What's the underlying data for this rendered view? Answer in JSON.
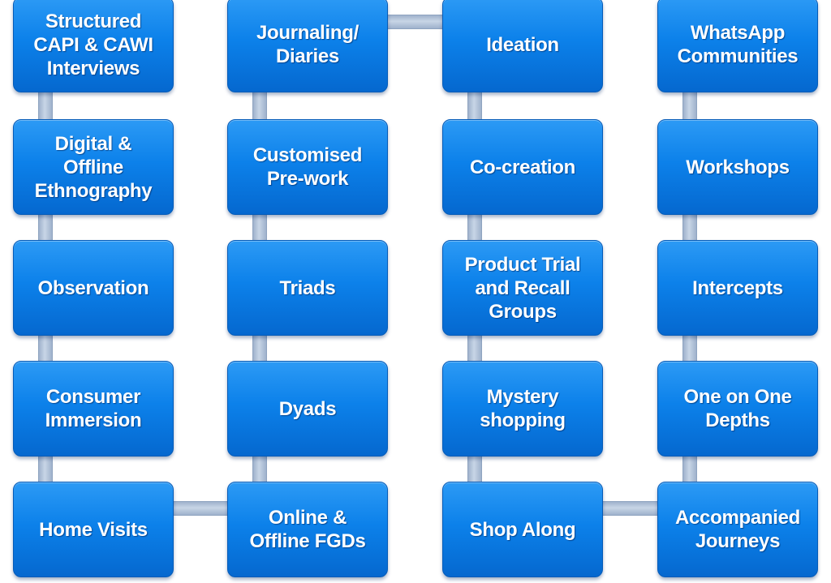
{
  "diagram": {
    "boxes": [
      {
        "label": "Structured\nCAPI & CAWI\nInterviews"
      },
      {
        "label": "Digital &\nOffline\nEthnography"
      },
      {
        "label": "Observation"
      },
      {
        "label": "Consumer\nImmersion"
      },
      {
        "label": "Home Visits"
      },
      {
        "label": "Online &\nOffline FGDs"
      },
      {
        "label": "Dyads"
      },
      {
        "label": "Triads"
      },
      {
        "label": "Customised\nPre-work"
      },
      {
        "label": "Journaling/\nDiaries"
      },
      {
        "label": "Ideation"
      },
      {
        "label": "Co-creation"
      },
      {
        "label": "Product Trial\nand Recall\nGroups"
      },
      {
        "label": "Mystery\nshopping"
      },
      {
        "label": "Shop Along"
      },
      {
        "label": "Accompanied\nJourneys"
      },
      {
        "label": "One on One\nDepths"
      },
      {
        "label": "Intercepts"
      },
      {
        "label": "Workshops"
      },
      {
        "label": "WhatsApp\nCommunities"
      }
    ],
    "colors": {
      "box_fill": "#0c81ea",
      "box_text": "#ffffff",
      "connector": "#b4c4da"
    }
  }
}
